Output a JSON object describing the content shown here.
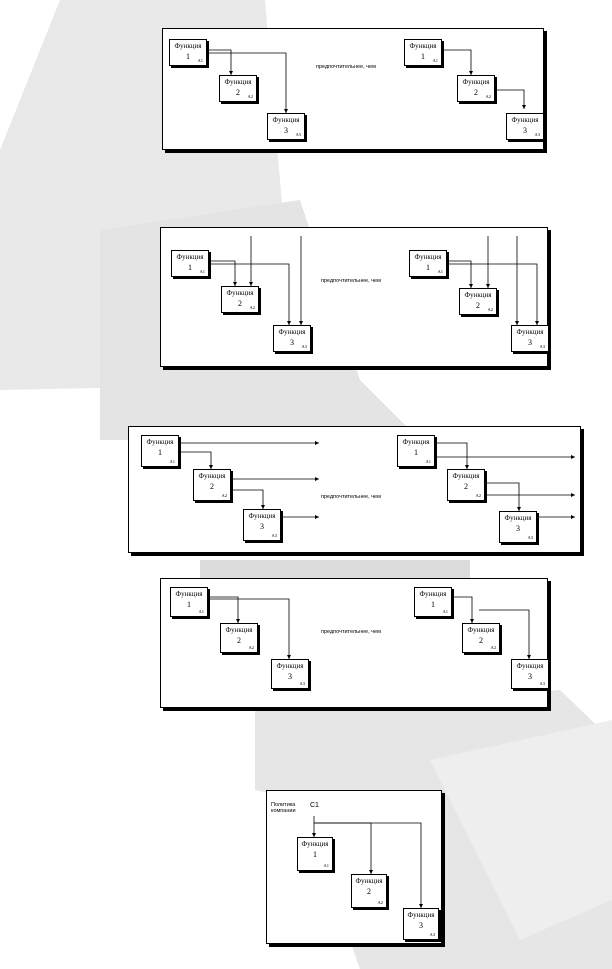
{
  "labels": {
    "function": "Функция",
    "preferred": "предпочтительнее, чем"
  },
  "boxes": {
    "b1": {
      "num": "1",
      "code": "A1"
    },
    "b2": {
      "num": "2",
      "code": "A2"
    },
    "b3": {
      "num": "3",
      "code": "A3"
    }
  },
  "control": {
    "text_line1": "Политика",
    "text_line2": "компании",
    "code": "C1"
  },
  "colors": {
    "ink": "#000000",
    "background_shading": "#dedede"
  }
}
